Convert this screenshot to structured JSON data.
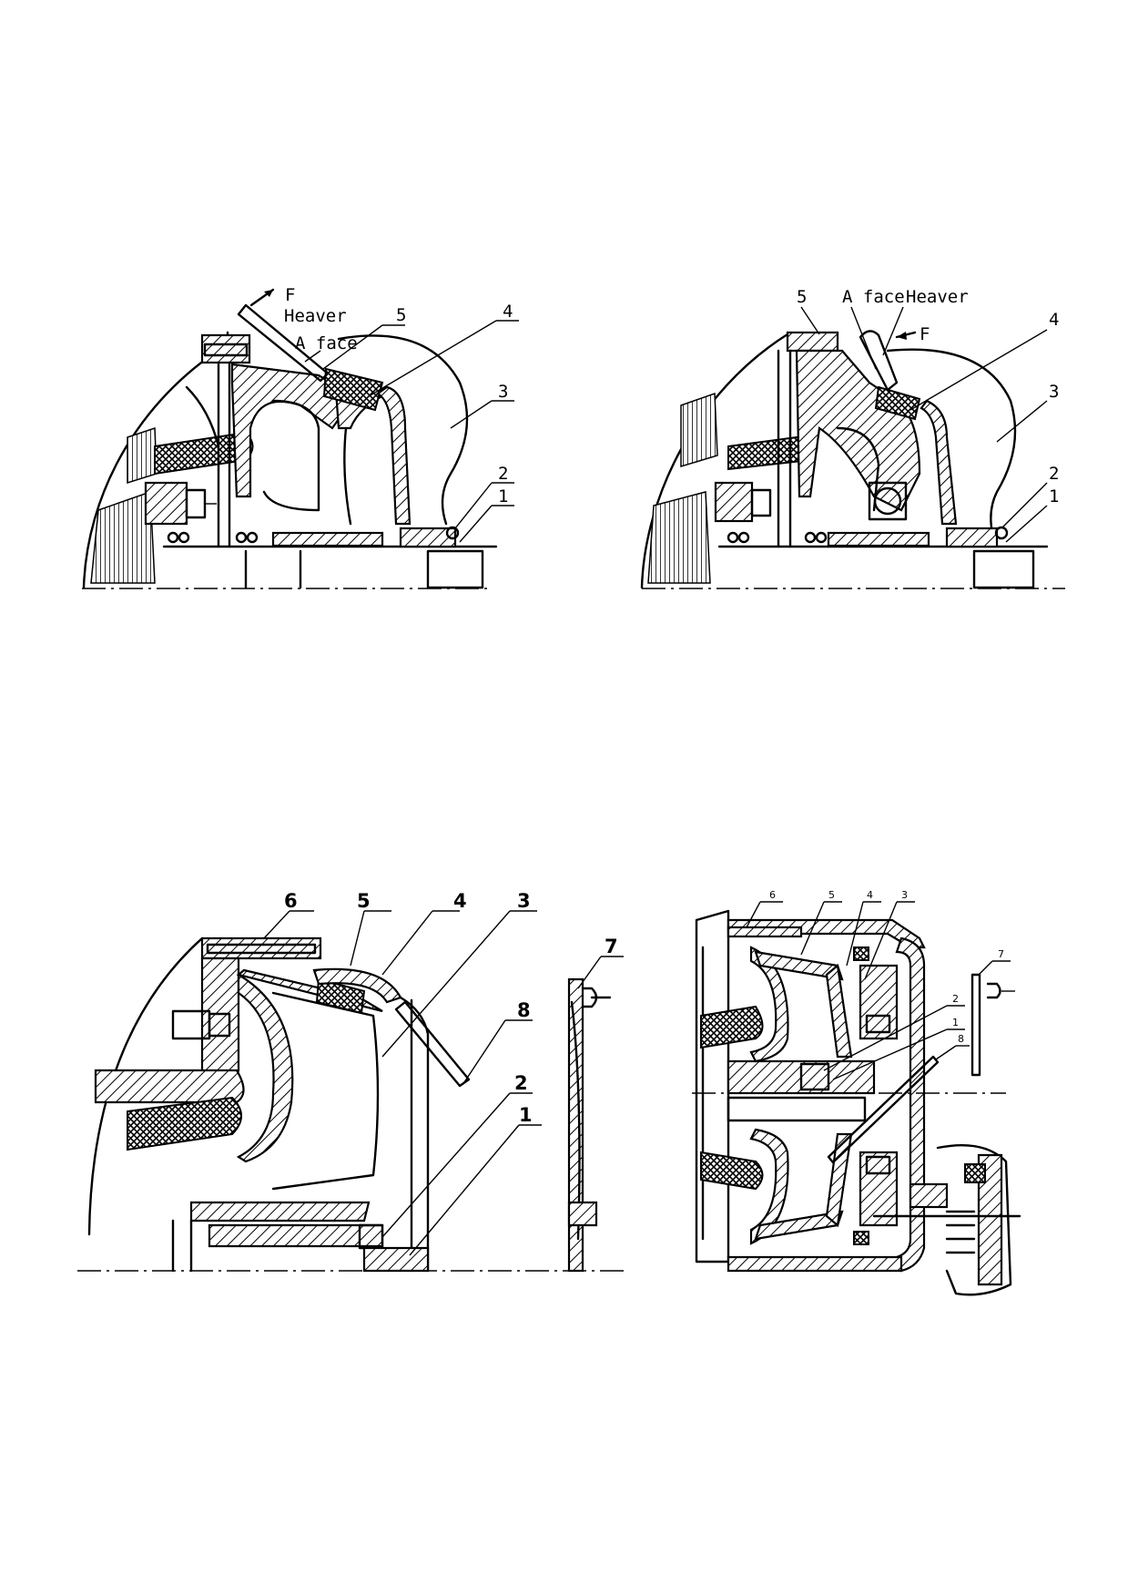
{
  "figures": [
    {
      "id": "fig-a",
      "callouts": [
        "F",
        "Heaver",
        "A face",
        "5",
        "4",
        "3",
        "2",
        "1"
      ]
    },
    {
      "id": "fig-b",
      "callouts": [
        "5",
        "A face",
        "Heaver",
        "F",
        "4",
        "3",
        "2",
        "1"
      ]
    },
    {
      "id": "fig-c",
      "callouts": [
        "6",
        "5",
        "4",
        "3",
        "8",
        "7",
        "2",
        "1"
      ]
    },
    {
      "id": "fig-d",
      "callouts": [
        "6",
        "5",
        "4",
        "3",
        "7",
        "2",
        "1",
        "8"
      ]
    }
  ],
  "colors": {
    "ink": "#000000",
    "paper": "#ffffff"
  }
}
